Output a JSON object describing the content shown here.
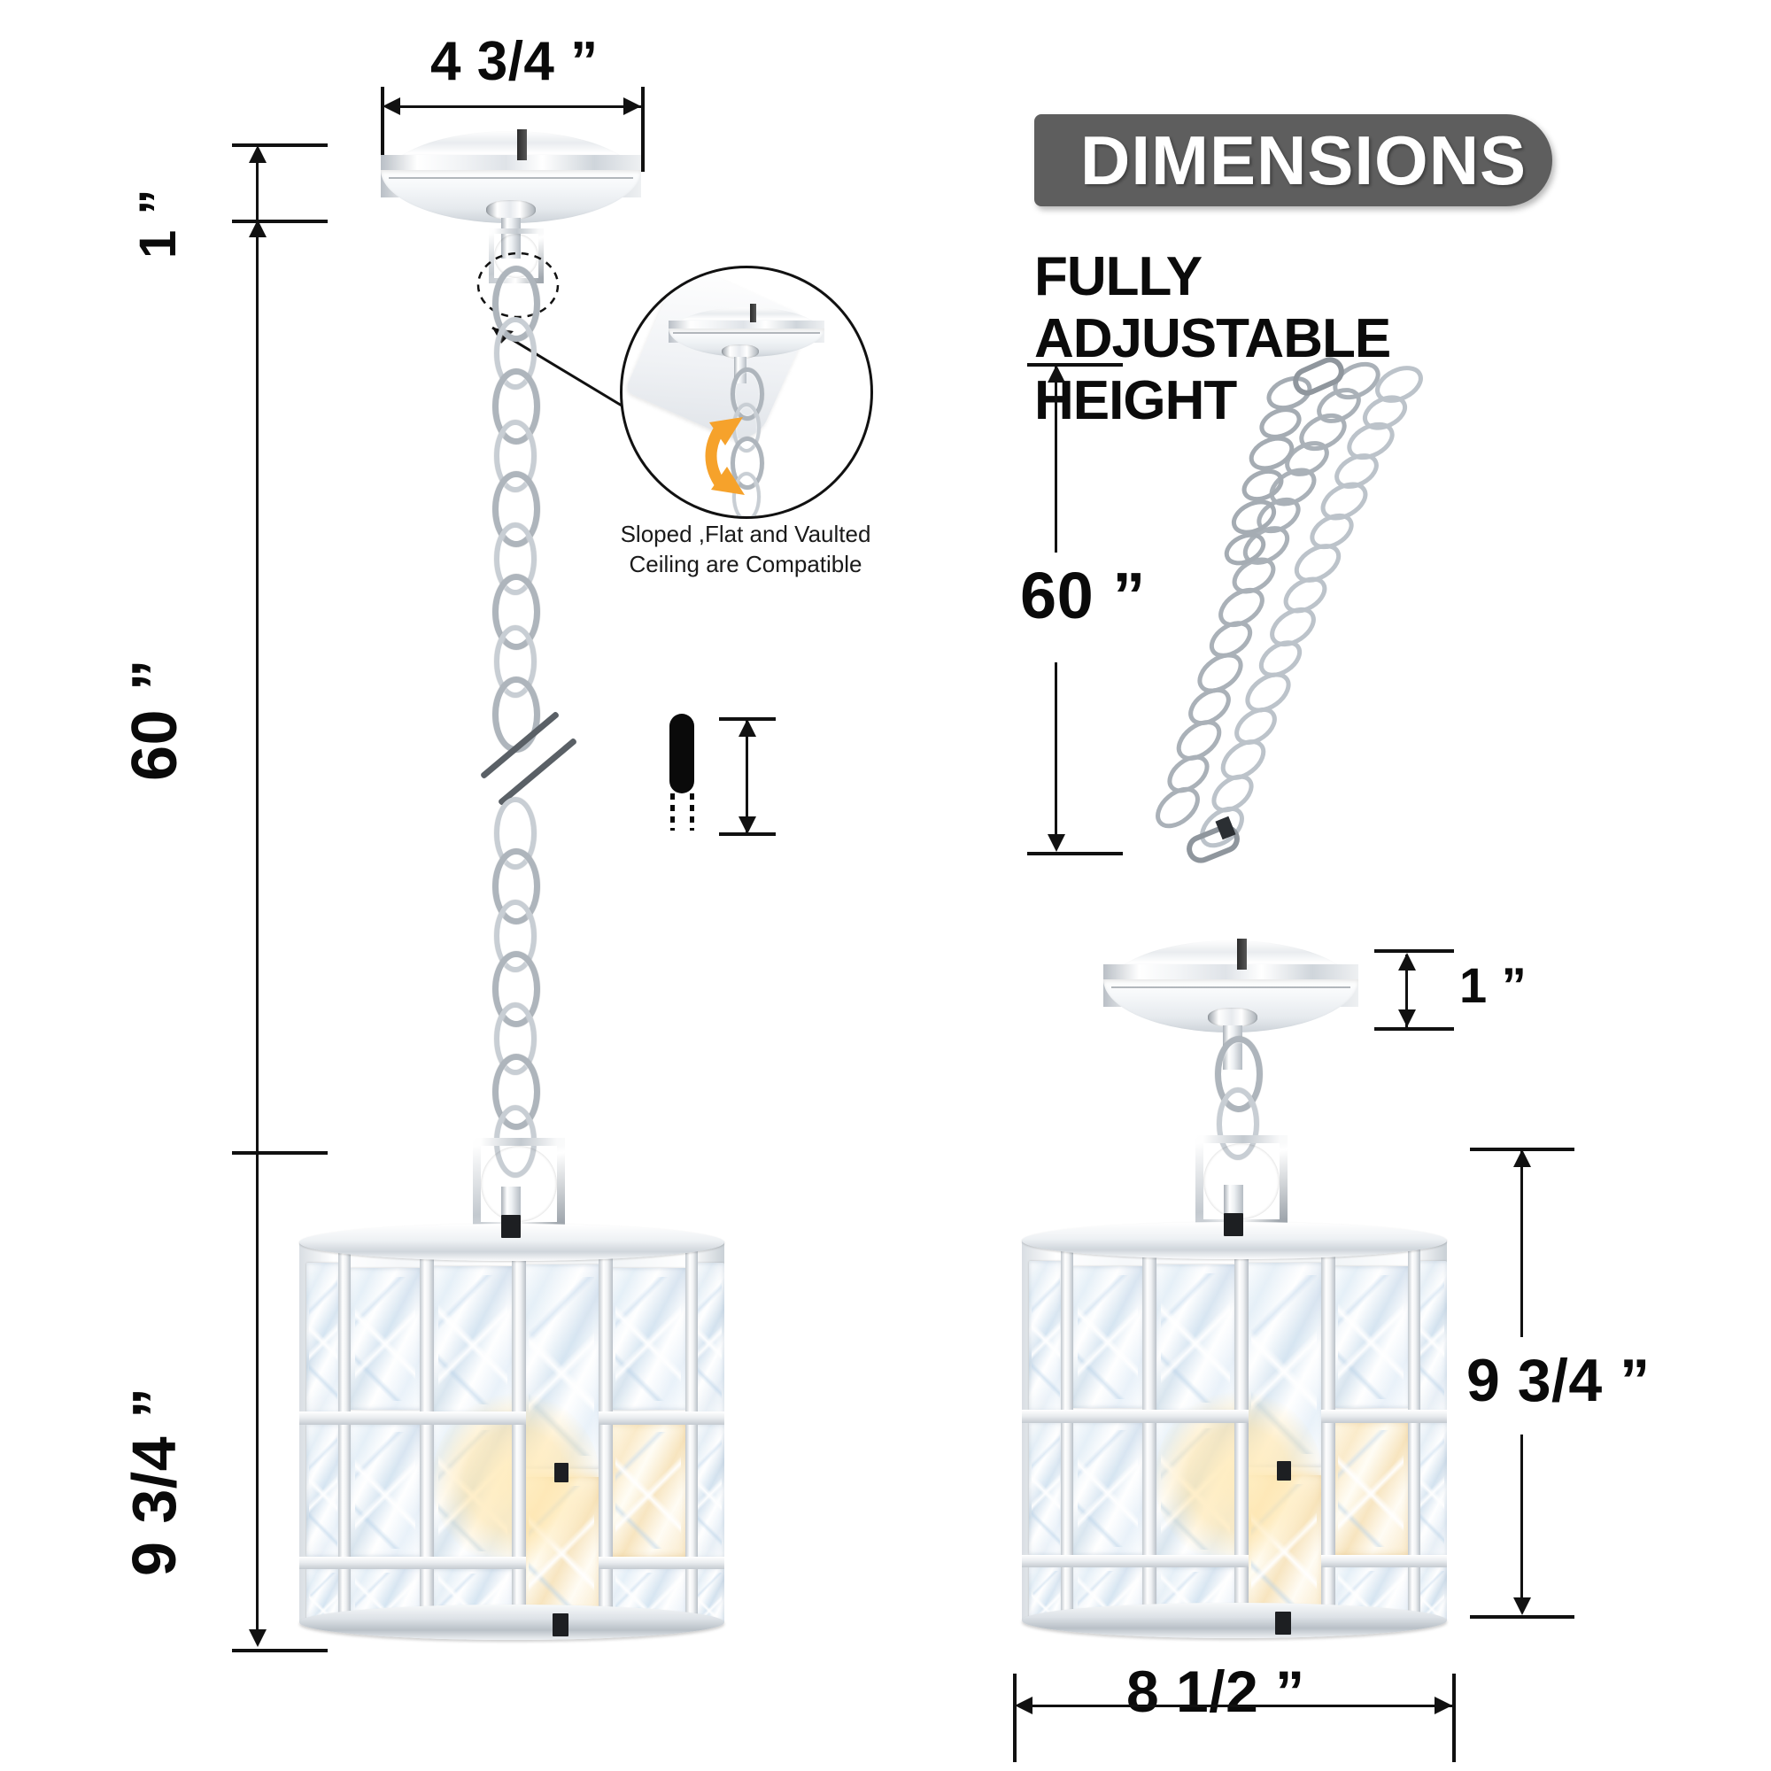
{
  "banner": {
    "title": "DIMENSIONS"
  },
  "headline": {
    "line1": "FULLY ADJUSTABLE",
    "line2": "HEIGHT"
  },
  "ceiling_note": {
    "line1": "Sloped ,Flat and Vaulted",
    "line2": "Ceiling are Compatible"
  },
  "left_view": {
    "canopy_diameter": "4 3/4 ”",
    "canopy_height": "1 ”",
    "chain_drop": "60 ”",
    "shade_height": "9 3/4 ”"
  },
  "right_view": {
    "chain_length": "60 ”",
    "canopy_height": "1 ”",
    "shade_height": "9 3/4 ”",
    "shade_diameter": "8 1/2 ”"
  },
  "icons": {
    "swivel_arrow": "curved-double-arrow",
    "break_mark": "break-symbol",
    "pill_glyph": "measurement-pill"
  },
  "colors": {
    "banner_bg": "#5e5e5e",
    "banner_text": "#ffffff",
    "dimension_line": "#111111",
    "accent_arrow": "#f6a22b",
    "chrome_light": "#ffffff",
    "chrome_mid": "#cfd5db",
    "chrome_dark": "#9aa1a8",
    "crystal_warm": "#f7e3b4",
    "page_bg": "#ffffff"
  }
}
